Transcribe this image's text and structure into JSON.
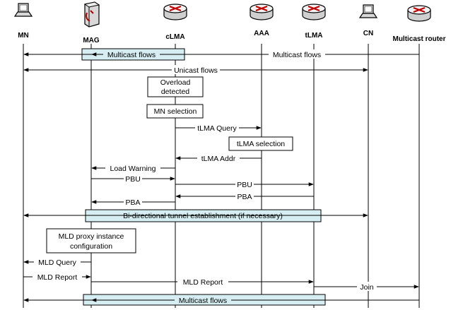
{
  "entities": [
    {
      "name": "MN",
      "icon": "laptop-icon"
    },
    {
      "name": "MAG",
      "icon": "server-icon"
    },
    {
      "name": "cLMA",
      "icon": "router-icon"
    },
    {
      "name": "AAA",
      "icon": "router-icon"
    },
    {
      "name": "tLMA",
      "icon": "router-icon"
    },
    {
      "name": "CN",
      "icon": "laptop-icon"
    },
    {
      "name": "Multicast router",
      "icon": "router-icon"
    }
  ],
  "messages": {
    "multicast_flows_top_mag": "Multicast flows",
    "multicast_flows_top_router": "Multicast flows",
    "unicast_flows": "Unicast flows",
    "tlma_query": "tLMA Query",
    "tlma_addr": "tLMA Addr",
    "load_warning": "Load Warning",
    "pbu_mag": "PBU",
    "pbu_tlma": "PBU",
    "pba_tlma": "PBA",
    "pba_mag": "PBA",
    "tunnel": "Bi-directional tunnel establishment (if necessary)",
    "mld_query": "MLD Query",
    "mld_report_mn": "MLD Report",
    "mld_report_mag": "MLD Report",
    "join": "Join",
    "multicast_flows_bottom": "Multicast flows"
  },
  "boxes": {
    "overload_line1": "Overload",
    "overload_line2": "detected",
    "mn_selection": "MN selection",
    "tlma_selection": "tLMA selection",
    "mld_line1": "MLD proxy instance",
    "mld_line2": "configuration"
  },
  "colors": {
    "flow_box": "#d6eef2",
    "line": "#000000"
  }
}
